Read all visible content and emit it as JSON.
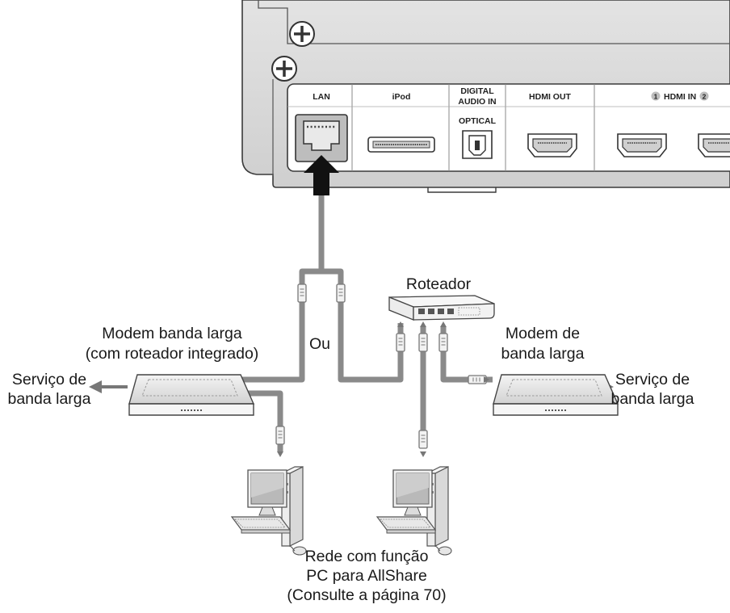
{
  "device_panel": {
    "ports": {
      "lan": "LAN",
      "ipod": "iPod",
      "digital_audio_line1": "DIGITAL",
      "digital_audio_line2": "AUDIO IN",
      "optical": "OPTICAL",
      "hdmi_out": "HDMI OUT",
      "hdmi_in": "HDMI IN",
      "hdmi_in_1": "1",
      "hdmi_in_2": "2"
    }
  },
  "labels": {
    "router": "Roteador",
    "or": "Ou",
    "modem_router_line1": "Modem banda larga",
    "modem_router_line2": "(com roteador integrado)",
    "modem_line1": "Modem de",
    "modem_line2": "banda larga",
    "service_left_line1": "Serviço de",
    "service_left_line2": "banda larga",
    "service_right_line1": "Serviço de",
    "service_right_line2": "banda larga",
    "footer_line1": "Rede com função",
    "footer_line2": "PC para AllShare",
    "footer_line3": "(Consulte a página 70)"
  },
  "colors": {
    "panel_fill": "#d9d9d9",
    "panel_stroke": "#3a3a3a",
    "cable": "#8a8a8a",
    "arrow": "#111111"
  }
}
